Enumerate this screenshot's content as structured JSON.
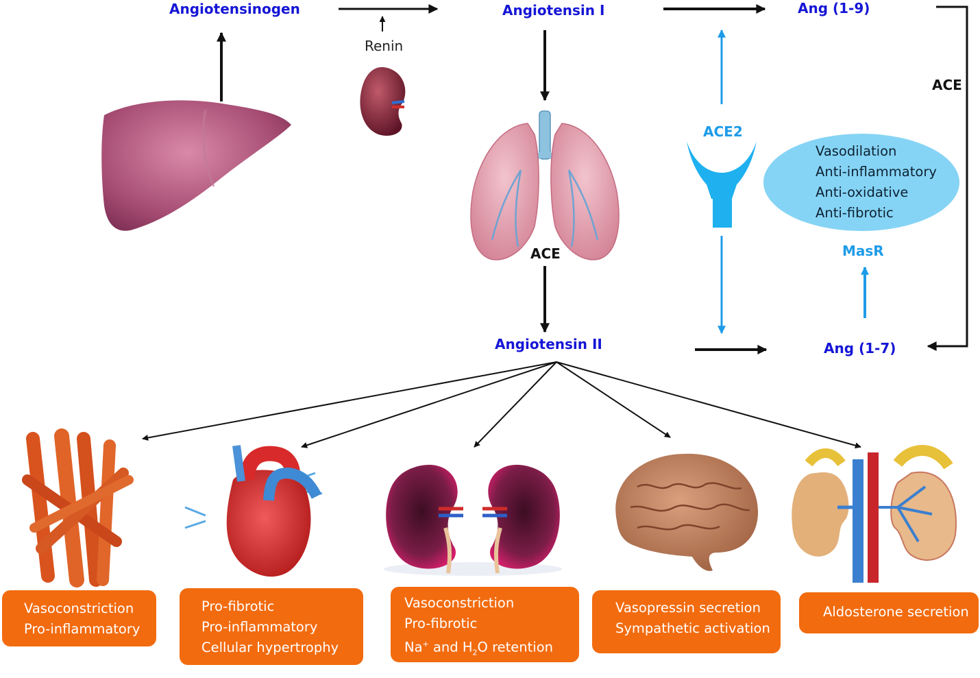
{
  "nodes": {
    "angiotensinogen": "Angiotensinogen",
    "renin": "Renin",
    "angiotensin_1": "Angiotensin I",
    "ang_1_9": "Ang (1-9)",
    "ace_right": "ACE",
    "ace2": "ACE2",
    "ace_lung": "ACE",
    "angiotensin_2": "Angiotensin II",
    "ang_1_7": "Ang (1-7)",
    "masr": "MasR"
  },
  "masr_effects": [
    "Vasodilation",
    "Anti-inflammatory",
    "Anti-oxidative",
    "Anti-fibrotic"
  ],
  "effects": {
    "vessels": [
      "Vasoconstriction",
      "Pro-inflammatory"
    ],
    "heart": [
      "Pro-fibrotic",
      "Pro-inflammatory",
      "Cellular hypertrophy"
    ],
    "kidney": {
      "line1": "Vasoconstriction",
      "line2": "Pro-fibrotic",
      "line3_a": "Na",
      "line3_sup": "+",
      "line3_b": " and H",
      "line3_sub": "2",
      "line3_c": "O retention"
    },
    "brain": [
      "Vasopressin secretion",
      "Sympathetic activation"
    ],
    "adrenal": [
      "Aldosterone secretion"
    ]
  },
  "colors": {
    "node_blue": "#1515d6",
    "ace2_blue": "#1e9be8",
    "arrow_black": "#111111",
    "effect_box": "#f26b0f",
    "oval": "#86d4f5"
  }
}
